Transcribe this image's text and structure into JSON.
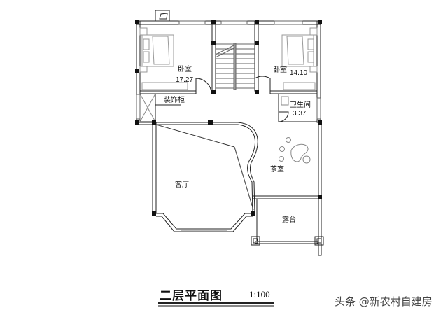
{
  "drawing": {
    "title": "二层平面图",
    "scale": "1:100",
    "watermark": "头条 @新农村自建房"
  },
  "rooms": [
    {
      "id": "bedroom-left",
      "name": "卧室",
      "area": "17.27"
    },
    {
      "id": "bedroom-right",
      "name": "卧室",
      "area": "14.10"
    },
    {
      "id": "bathroom",
      "name": "卫生间",
      "area": "3.37"
    },
    {
      "id": "decor-cabinet",
      "name": "装饰柜"
    },
    {
      "id": "living-room",
      "name": "客厅"
    },
    {
      "id": "tea-room",
      "name": "茶室"
    },
    {
      "id": "terrace",
      "name": "露台"
    }
  ],
  "colors": {
    "line": "#222222",
    "column": "#111111",
    "furniture": "#9a9a9a",
    "background": "#ffffff"
  }
}
